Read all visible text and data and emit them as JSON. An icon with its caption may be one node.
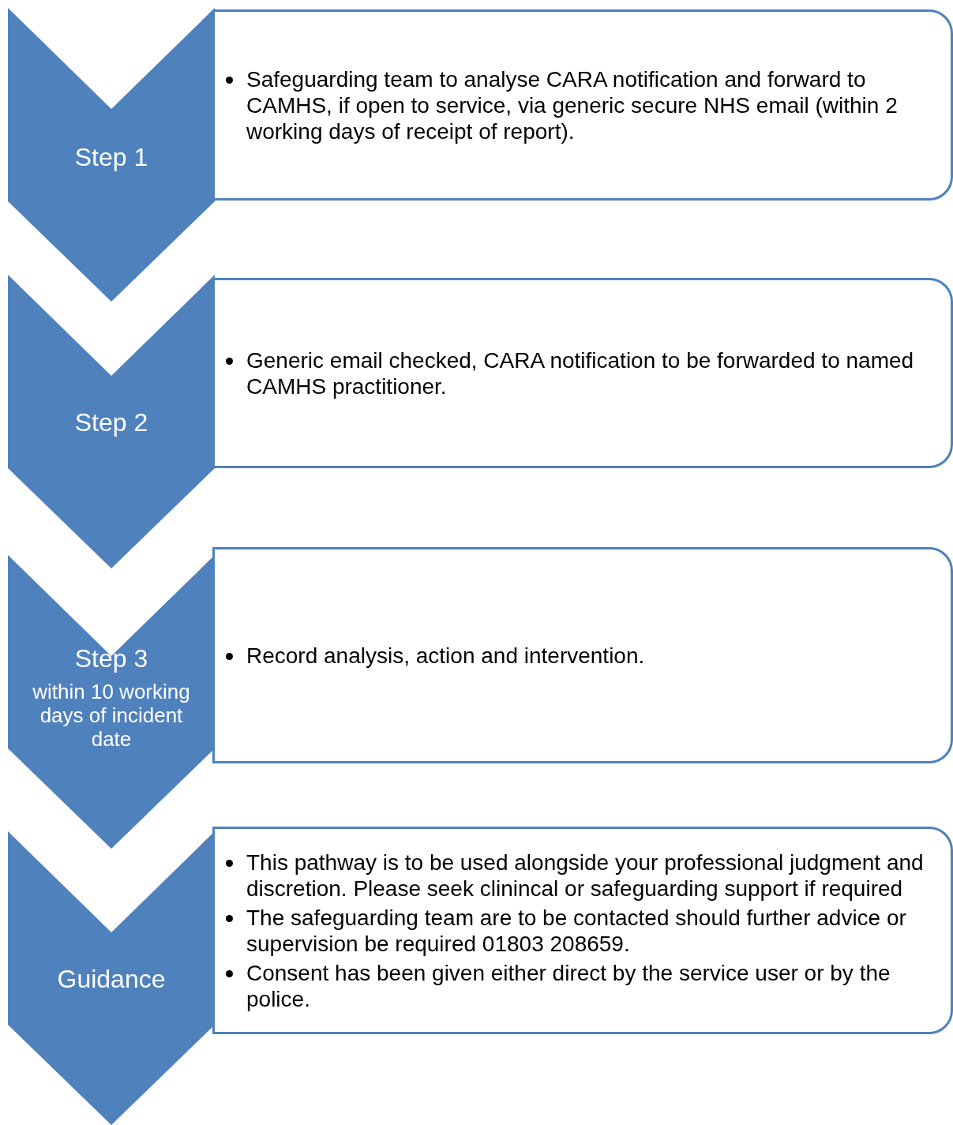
{
  "diagram": {
    "nodes": [
      {
        "text": [
          "Step 1"
        ]
      },
      {
        "text": [
          "Safeguarding team to analyse CARA notification and forward to CAMHS, if open to service, via generic secure NHS email (within 2 working days of receipt of report)."
        ]
      },
      {
        "text": [
          "Step 2"
        ]
      },
      {
        "text": [
          "Generic email checked, CARA notification to be  forwarded to named CAMHS practitioner."
        ]
      },
      {
        "text": [
          "Step 3",
          "within 10 working days of incident date"
        ]
      },
      {
        "text": [
          "Record  analysis, action and intervention."
        ]
      },
      {
        "text": [
          "Guidance"
        ]
      },
      {
        "text": [
          "This pathway is to be used alongside your professional judgment and discretion. Please seek clinincal or safeguarding support if required",
          "The safeguarding team are to be contacted should further advice or supervision be required  01803 208659.",
          "Consent has been given either direct by the service user or by the police."
        ]
      }
    ]
  }
}
